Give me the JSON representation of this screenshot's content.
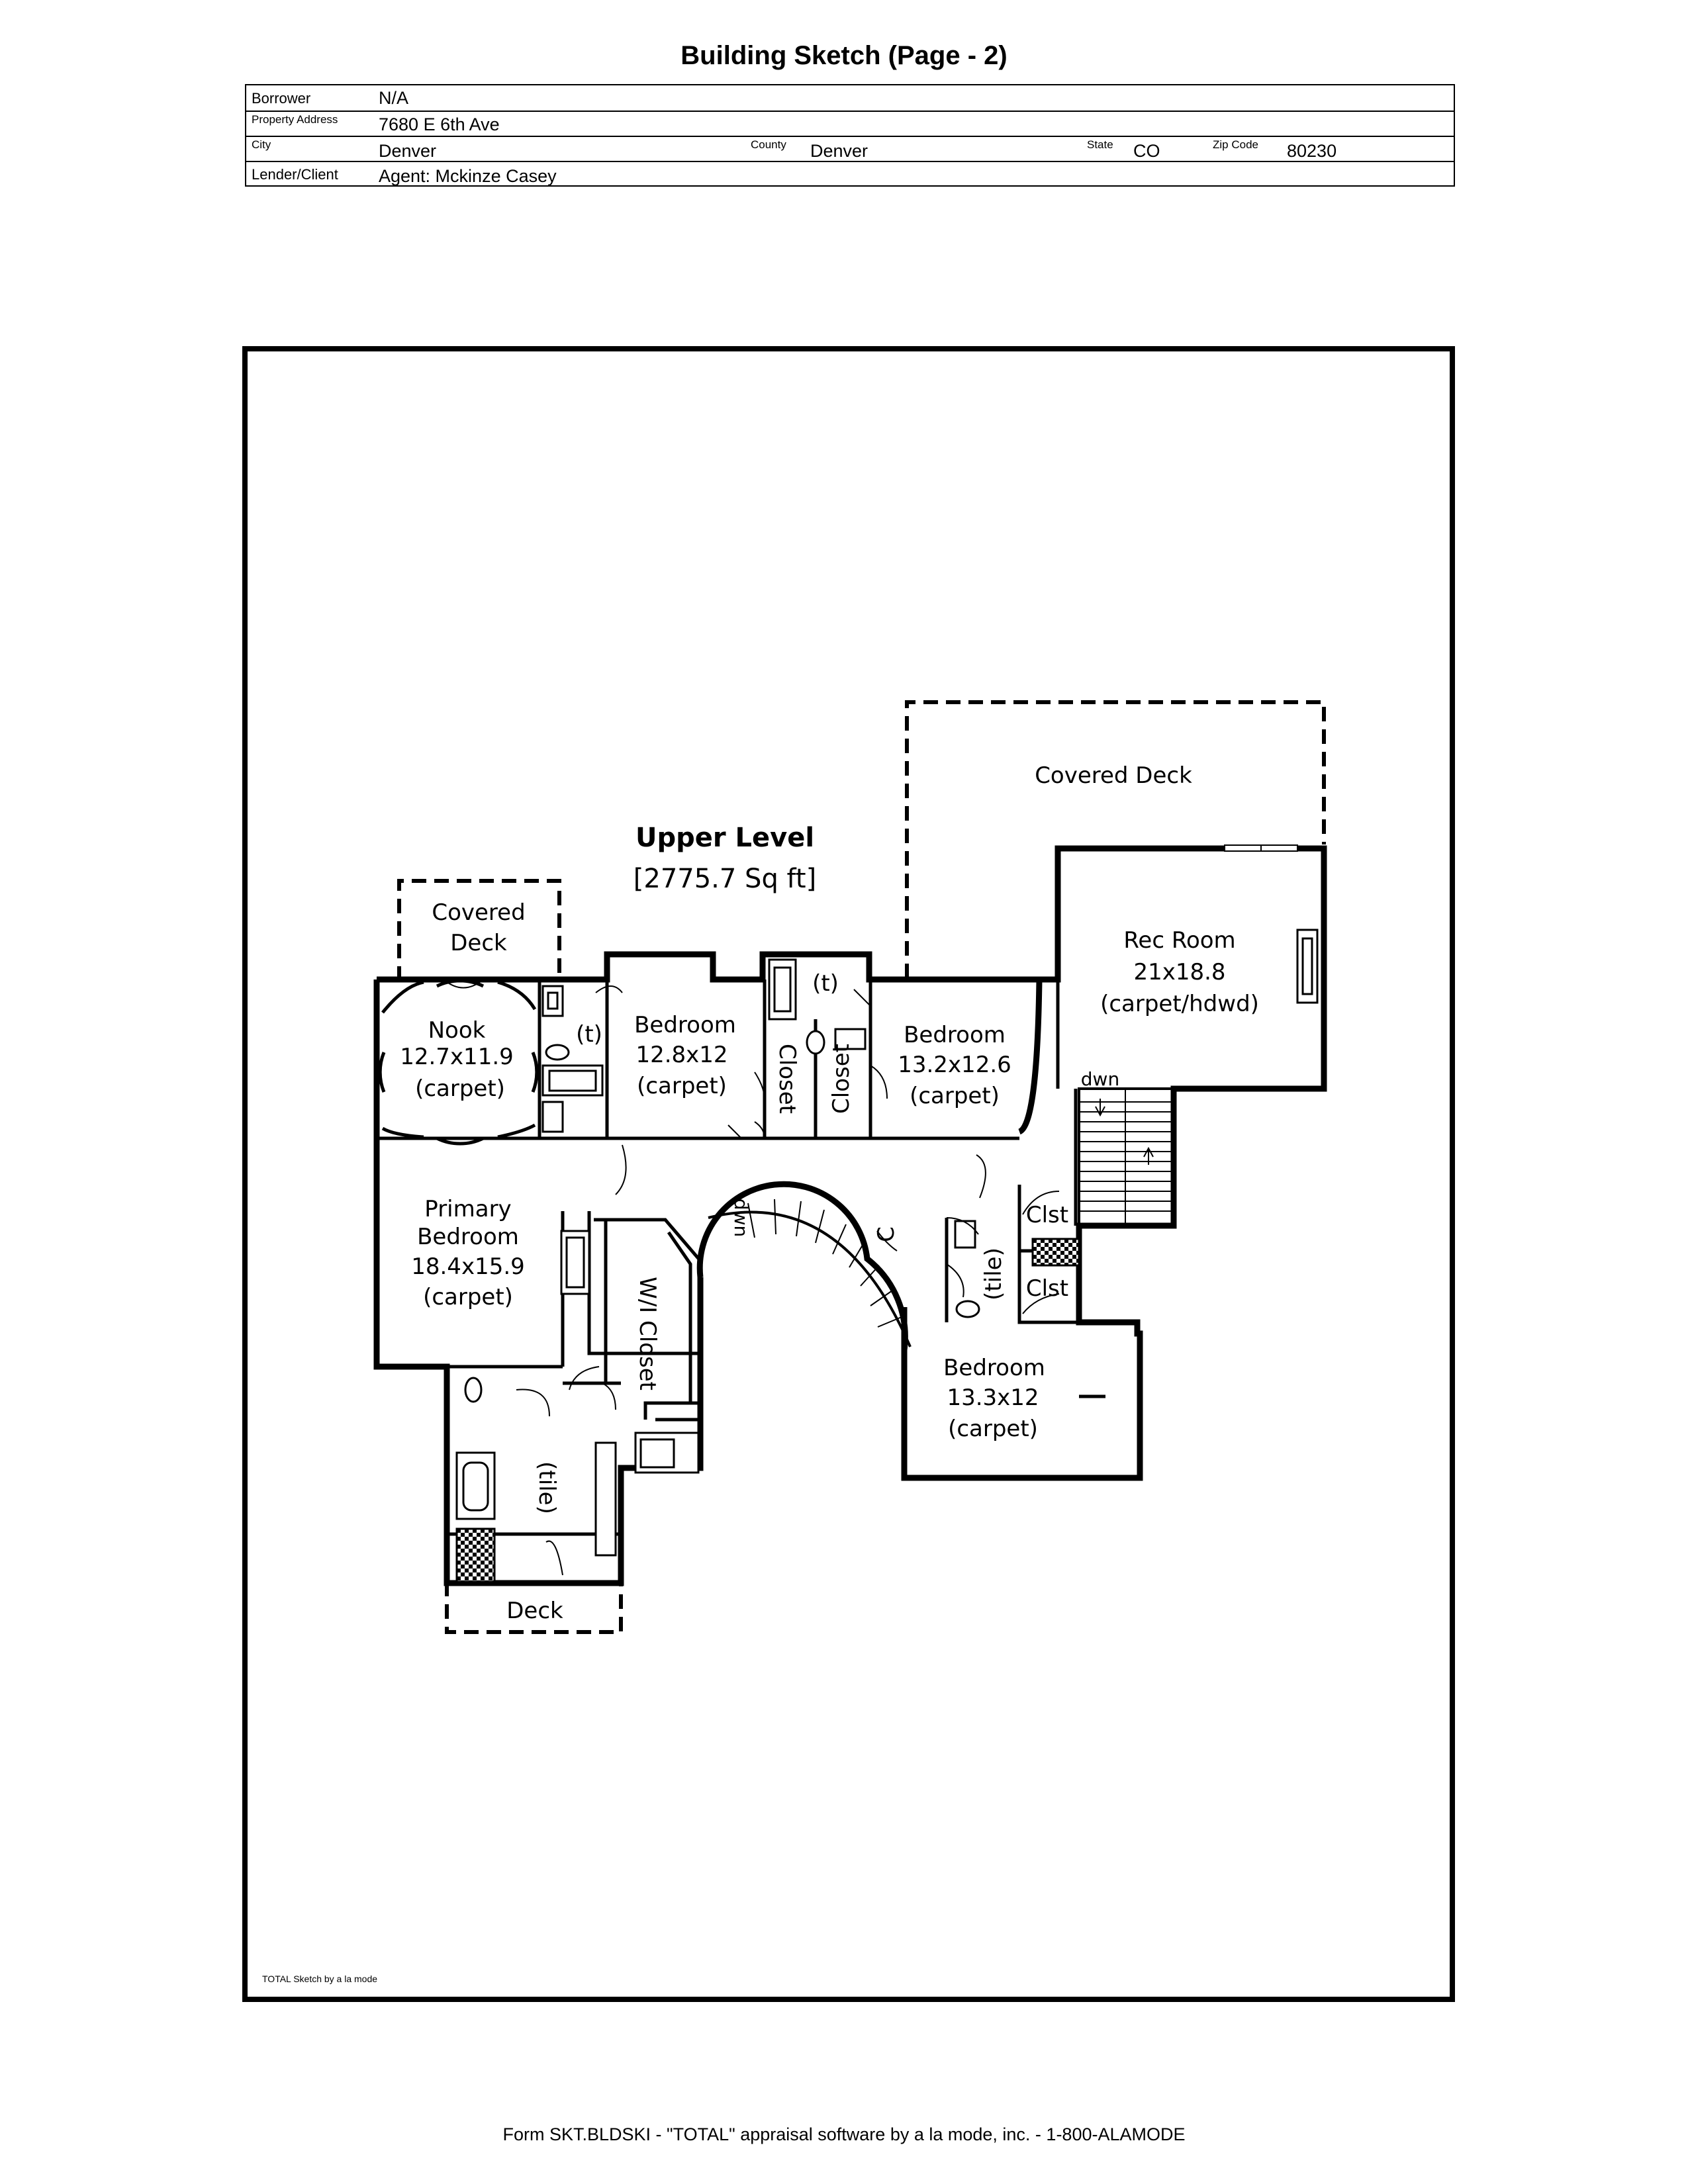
{
  "title": "Building Sketch (Page - 2)",
  "header": {
    "borrower_label": "Borrower",
    "borrower": "N/A",
    "address_label": "Property Address",
    "address": "7680 E 6th Ave",
    "city_label": "City",
    "city": "Denver",
    "county_label": "County",
    "county": "Denver",
    "state_label": "State",
    "state": "CO",
    "zip_label": "Zip Code",
    "zip": "80230",
    "lender_label": "Lender/Client",
    "lender": "Agent: Mckinze Casey"
  },
  "sketch": {
    "level_title": "Upper Level",
    "level_area": "[2775.7 Sq ft]",
    "rooms": {
      "covered_deck_small_1": "Covered",
      "covered_deck_small_2": "Deck",
      "covered_deck_large": "Covered Deck",
      "nook_name": "Nook",
      "nook_size": "12.7x11.9",
      "nook_floor": "(carpet)",
      "bath_t1": "(t)",
      "bedroom1_name": "Bedroom",
      "bedroom1_size": "12.8x12",
      "bedroom1_floor": "(carpet)",
      "bath_t2": "(t)",
      "closet1": "Closet",
      "closet2": "Closet",
      "bedroom2_name": "Bedroom",
      "bedroom2_size": "13.2x12.6",
      "bedroom2_floor": "(carpet)",
      "rec_name": "Rec Room",
      "rec_size": "21x18.8",
      "rec_floor": "(carpet/hdwd)",
      "stair_dwn_right": "dwn",
      "primary_name_1": "Primary",
      "primary_name_2": "Bedroom",
      "primary_size": "18.4x15.9",
      "primary_floor": "(carpet)",
      "wi_closet": "W/I Closet",
      "stair_dwn_curved": "dwn",
      "closet_c": "C",
      "bath_tile_right": "(tile)",
      "clst1": "Clst",
      "clst2": "Clst",
      "bedroom3_name": "Bedroom",
      "bedroom3_size": "13.3x12",
      "bedroom3_floor": "(carpet)",
      "bath_tile_primary": "(tile)",
      "deck": "Deck"
    }
  },
  "credit": "TOTAL Sketch by a la mode",
  "footer": "Form SKT.BLDSKI - \"TOTAL\" appraisal software by a la mode, inc. - 1-800-ALAMODE"
}
